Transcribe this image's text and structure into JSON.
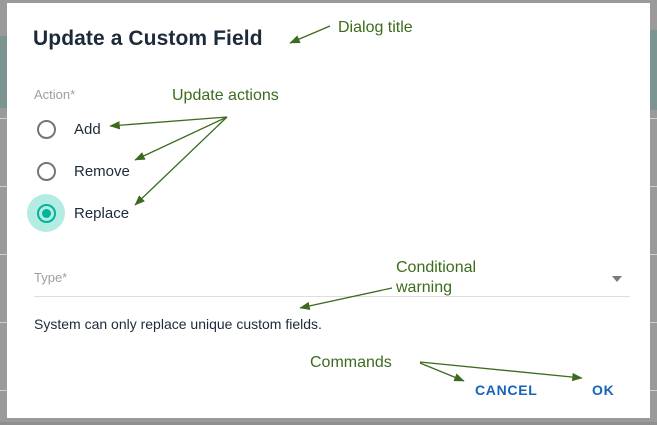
{
  "dialog": {
    "title": "Update a Custom Field",
    "action_label": "Action*",
    "type_label": "Type*",
    "type_value": "",
    "type_chevron_icon": "chevron-down-icon",
    "warning": "System can only replace unique custom fields.",
    "radios": [
      {
        "label": "Add",
        "selected": false
      },
      {
        "label": "Remove",
        "selected": false
      },
      {
        "label": "Replace",
        "selected": true
      }
    ],
    "buttons": {
      "cancel": "CANCEL",
      "ok": "OK"
    }
  },
  "annotations": {
    "dialog_title": "Dialog title",
    "update_actions": "Update actions",
    "conditional_warning_line1": "Conditional",
    "conditional_warning_line2": "warning",
    "commands": "Commands"
  },
  "colors": {
    "annotation_green": "#3d6b1e",
    "accent_teal": "#00b39a",
    "accent_teal_halo": "#b2ece2",
    "command_blue": "#1464bb",
    "label_grey": "#9e9e9e",
    "text_dark": "#1c2a3a",
    "page_background": "#9a9a9a"
  }
}
